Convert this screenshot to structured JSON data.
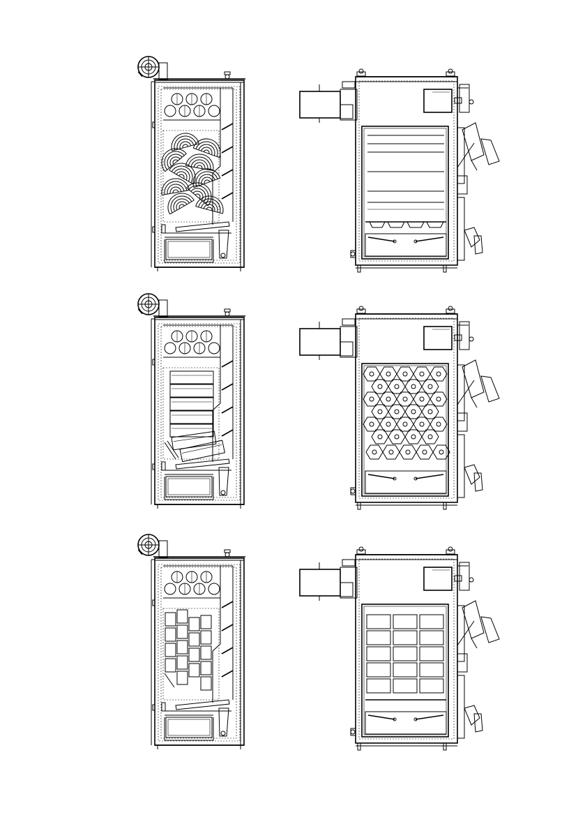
{
  "page": {
    "background": "#ffffff",
    "line_color": "#000000"
  },
  "rows": [
    {
      "fuel": "log-rings"
    },
    {
      "fuel": "hexagonal-briquettes"
    },
    {
      "fuel": "square-briquettes"
    }
  ]
}
